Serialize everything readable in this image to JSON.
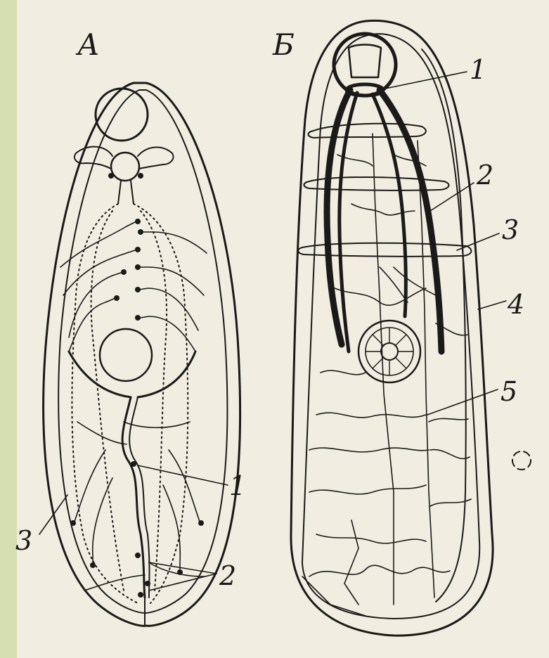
{
  "figure": {
    "panel_a": {
      "title": "А",
      "labels": [
        "1",
        "2",
        "3"
      ]
    },
    "panel_b": {
      "title": "Б",
      "labels": [
        "1",
        "2",
        "3",
        "4",
        "5"
      ]
    }
  },
  "colors": {
    "paper": "#f1ede0",
    "ink": "#1a1a1a",
    "accent_bar": "#d5dfb1"
  }
}
